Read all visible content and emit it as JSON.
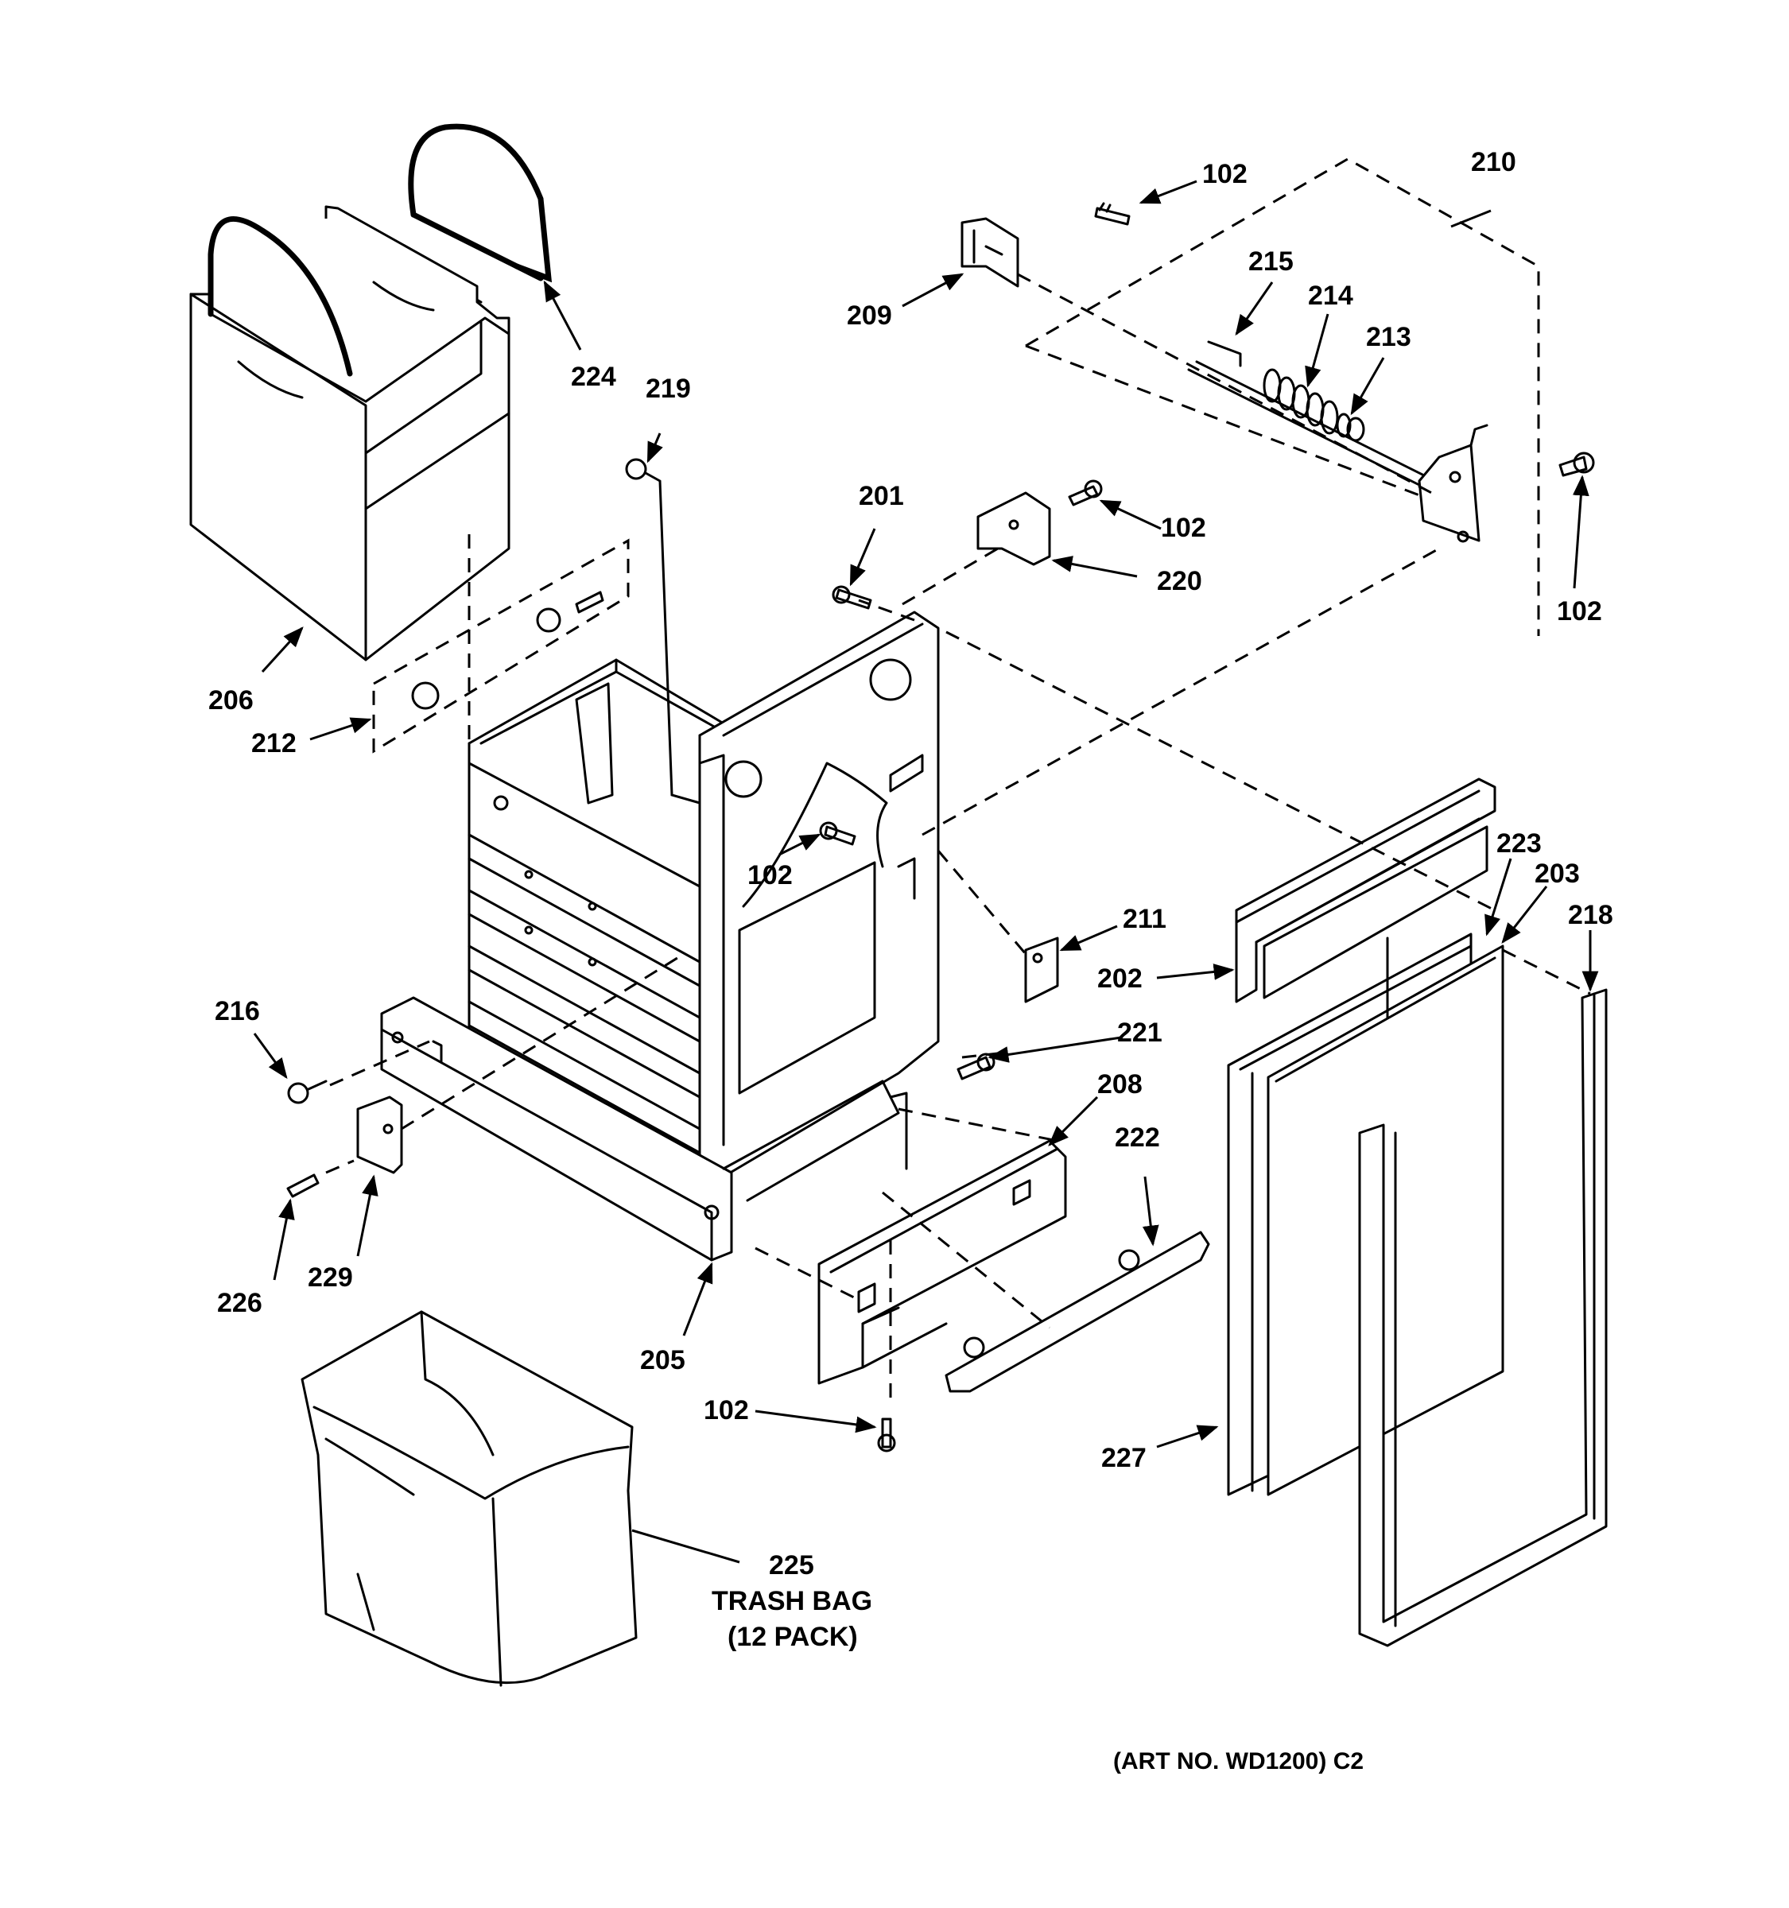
{
  "labels": {
    "p102_top": "102",
    "p210": "210",
    "p224": "224",
    "p209": "209",
    "p215": "215",
    "p214": "214",
    "p213": "213",
    "p219": "219",
    "p201": "201",
    "p102_mid": "102",
    "p220": "220",
    "p102_right": "102",
    "p206": "206",
    "p212": "212",
    "p102_cab": "102",
    "p211": "211",
    "p223": "223",
    "p203": "203",
    "p218": "218",
    "p202": "202",
    "p216": "216",
    "p221": "221",
    "p208": "208",
    "p222": "222",
    "p229": "229",
    "p226": "226",
    "p205": "205",
    "p102_bottom": "102",
    "p227": "227",
    "p225": "225",
    "trash_bag_line1": "TRASH BAG",
    "trash_bag_line2": "(12 PACK)",
    "art_no": "(ART NO. WD1200) C2"
  },
  "colors": {
    "ink": "#000000",
    "paper": "#ffffff"
  }
}
